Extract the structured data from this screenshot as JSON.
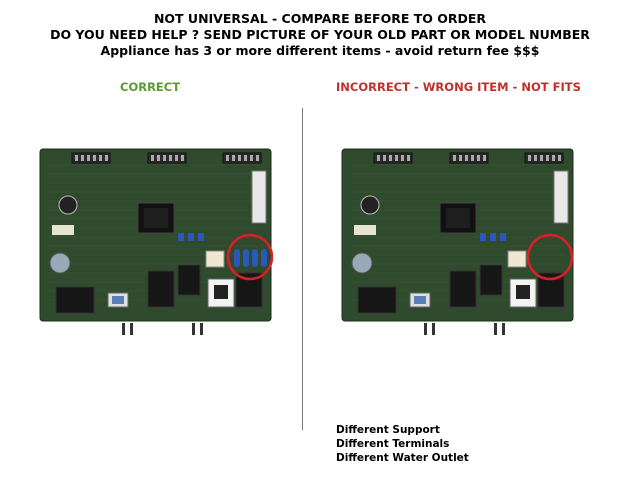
{
  "header": {
    "line1": "NOT UNIVERSAL - COMPARE BEFORE TO ORDER",
    "line2": "DO YOU NEED HELP ? SEND PICTURE OF YOUR OLD PART OR MODEL NUMBER",
    "line3": "Appliance has 3 or more different items  - avoid return fee $$$"
  },
  "left": {
    "label": "CORRECT",
    "label_color": "#5a9a32"
  },
  "right": {
    "label": "INCORRECT - WRONG ITEM - NOT FITS",
    "label_color": "#c0302b"
  },
  "differences": [
    "Different Support",
    "Different Terminals",
    "Different Water Outlet"
  ],
  "colors": {
    "board_green": "#2f4a2c",
    "highlight_circle": "#d82027"
  }
}
